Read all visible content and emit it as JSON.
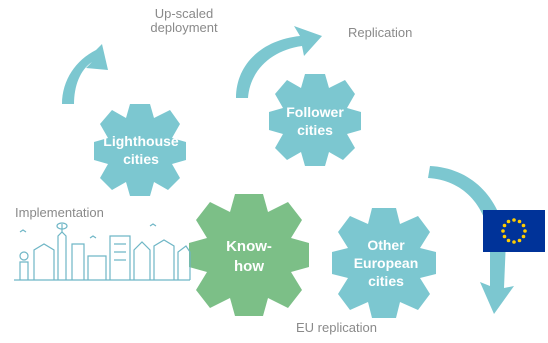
{
  "labels": {
    "upscaled": "Up-scaled\ndeployment",
    "replication": "Replication",
    "implementation": "Implementation",
    "eu_replication": "EU replication"
  },
  "gears": {
    "lighthouse": {
      "line1": "Lighthouse",
      "line2": "cities"
    },
    "follower": {
      "line1": "Follower",
      "line2": "cities"
    },
    "knowhow": {
      "line1": "Know-",
      "line2": "how"
    },
    "other": {
      "line1": "Other",
      "line2": "European",
      "line3": "cities"
    }
  },
  "colors": {
    "teal": "#7cc7d0",
    "green": "#7cbf87",
    "eu_blue": "#003399",
    "eu_star": "#ffcc00",
    "sketch": "#6fb6c6"
  }
}
